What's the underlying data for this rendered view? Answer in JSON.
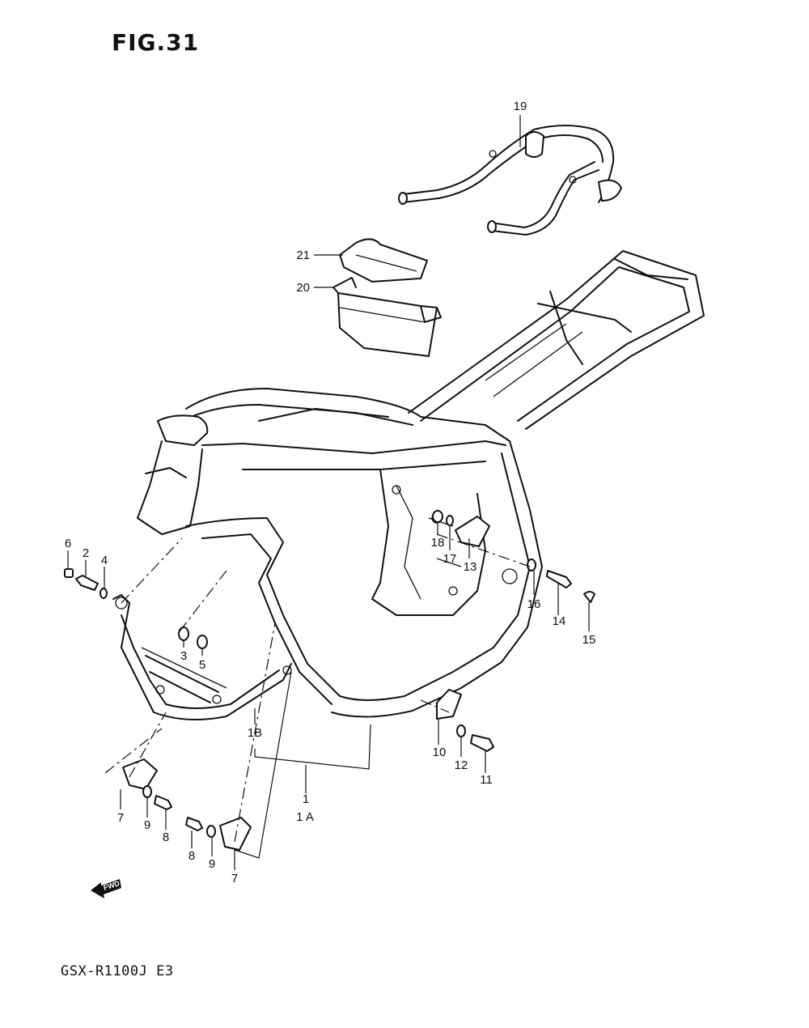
{
  "figure": {
    "title": "FIG.31",
    "model_code": "GSX-R1100J E3",
    "fwd_label": "FWD"
  },
  "callouts": [
    {
      "id": "c19",
      "text": "19"
    },
    {
      "id": "c21",
      "text": "21"
    },
    {
      "id": "c20",
      "text": "20"
    },
    {
      "id": "c6",
      "text": "6"
    },
    {
      "id": "c2",
      "text": "2"
    },
    {
      "id": "c4",
      "text": "4"
    },
    {
      "id": "c3",
      "text": "3"
    },
    {
      "id": "c5",
      "text": "5"
    },
    {
      "id": "c18",
      "text": "18"
    },
    {
      "id": "c17",
      "text": "17"
    },
    {
      "id": "c13",
      "text": "13"
    },
    {
      "id": "c16",
      "text": "16"
    },
    {
      "id": "c14",
      "text": "14"
    },
    {
      "id": "c15",
      "text": "15"
    },
    {
      "id": "c1B",
      "text": "1B"
    },
    {
      "id": "c1",
      "text": "1"
    },
    {
      "id": "c1A",
      "text": "1 A"
    },
    {
      "id": "c10",
      "text": "10"
    },
    {
      "id": "c12",
      "text": "12"
    },
    {
      "id": "c11",
      "text": "11"
    },
    {
      "id": "c7a",
      "text": "7"
    },
    {
      "id": "c9a",
      "text": "9"
    },
    {
      "id": "c8a",
      "text": "8"
    },
    {
      "id": "c8b",
      "text": "8"
    },
    {
      "id": "c9b",
      "text": "9"
    },
    {
      "id": "c7b",
      "text": "7"
    }
  ]
}
